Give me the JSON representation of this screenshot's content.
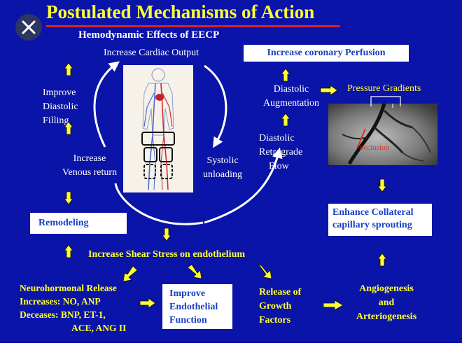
{
  "title": "Postulated Mechanisms of Action",
  "subtitle": "Hemodynamic Effects of EECP",
  "labels": {
    "increase_cardiac_output": "Increase Cardiac Output",
    "improve_diastolic_filling": [
      "Improve",
      "Diastolic",
      "Filling"
    ],
    "increase_venous_return": [
      "Increase",
      "Venous return"
    ],
    "systolic_unloading": [
      "Systolic",
      "unloading"
    ],
    "diastolic_augmentation": [
      "Diastolic",
      "Augmentation"
    ],
    "diastolic_retrograde_flow": [
      "Diastolic",
      "Retrograde",
      "Flow"
    ],
    "pressure_gradients": "Pressure Gradients",
    "occlusion": "occlusion",
    "increase_shear_stress": "Increase Shear Stress on endothelium",
    "neurohormonal": [
      "Neurohormonal Release",
      "Increases: NO, ANP",
      "Deceases: BNP, ET-1,",
      "ACE, ANG II"
    ],
    "release_growth": [
      "Release of",
      "Growth",
      "Factors"
    ],
    "angiogenesis": [
      "Angiogenesis",
      "and",
      "Arteriogenesis"
    ]
  },
  "boxes": {
    "increase_coronary_perfusion": "Increase coronary Perfusion",
    "remodeling": "Remodeling",
    "enhance_collateral": [
      "Enhance Collateral",
      "capillary sprouting"
    ],
    "improve_endothelial": [
      "Improve",
      "Endothelial",
      "Function"
    ]
  },
  "colors": {
    "background": "#0a14a8",
    "title": "#ffff33",
    "box_text": "#1a3fc4",
    "arrow": "#ffff33",
    "underline": "#e02020"
  },
  "icons": {
    "close": "close-icon"
  }
}
